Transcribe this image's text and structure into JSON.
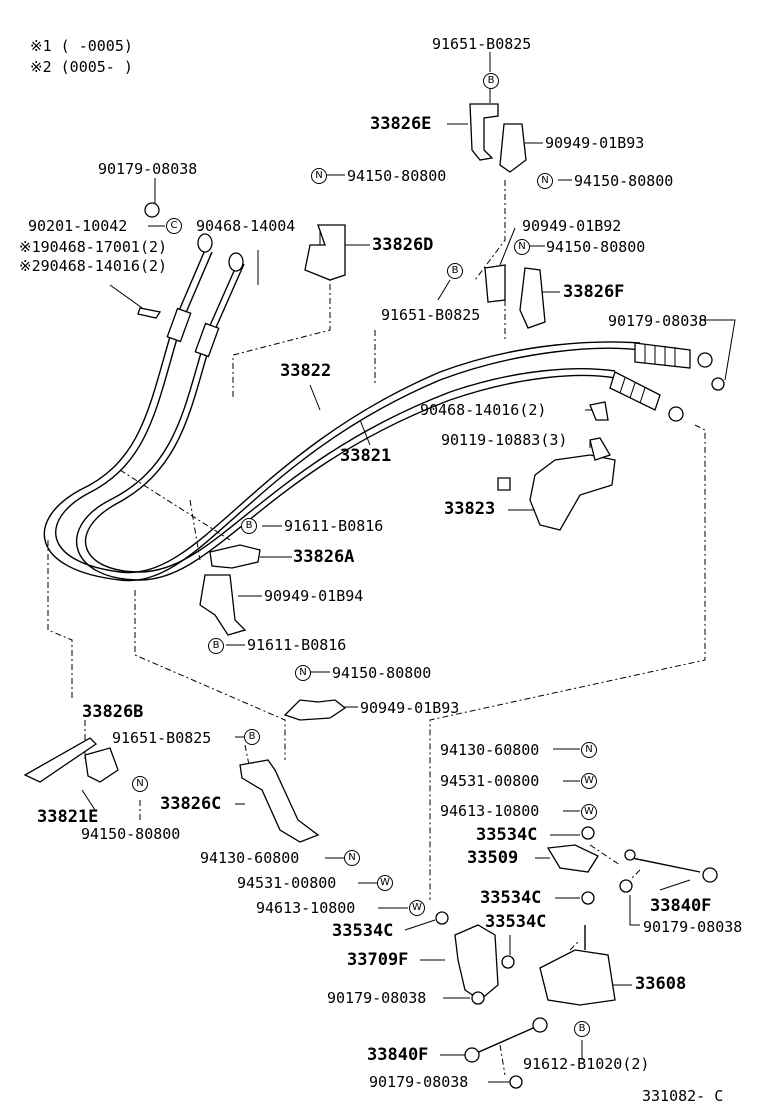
{
  "notes": {
    "n1": "※1 (       -0005)",
    "n2": "※2 (0005-        )"
  },
  "symbols": {
    "B": "B",
    "N": "N",
    "C": "C",
    "W": "W"
  },
  "labels": {
    "p91651_top": "91651-B0825",
    "p33826E": "33826E",
    "p90949_01B93_top": "90949-01B93",
    "p94150_mid": "94150-80800",
    "p94150_right": "94150-80800",
    "p90179_topleft": "90179-08038",
    "p90201": "90201-10042",
    "p90468_14004": "90468-14004",
    "p90468_17001": "※190468-17001(2)",
    "p90468_14016_2": "※290468-14016(2)",
    "p33826D": "33826D",
    "p90949_01B92": "90949-01B92",
    "p94150_b92": "94150-80800",
    "p33826F": "33826F",
    "p91651_mid": "91651-B0825",
    "p90179_right": "90179-08038",
    "p33822": "33822",
    "p33821": "33821",
    "p90468_14016_r": "90468-14016(2)",
    "p90119": "90119-10883(3)",
    "p33823": "33823",
    "p91611_a": "91611-B0816",
    "p33826A": "33826A",
    "p90949_01B94": "90949-01B94",
    "p91611_b": "91611-B0816",
    "p94150_lower": "94150-80800",
    "p90949_01B93_low": "90949-01B93",
    "p33826B": "33826B",
    "p91651_low": "91651-B0825",
    "p33821E": "33821E",
    "p94150_left": "94150-80800",
    "p33826C": "33826C",
    "p94130_r": "94130-60800",
    "p94531_r": "94531-00800",
    "p94613_r": "94613-10800",
    "p33534C_a": "33534C",
    "p33509": "33509",
    "p33534C_b": "33534C",
    "p33840F_r": "33840F",
    "p94130_l": "94130-60800",
    "p94531_l": "94531-00800",
    "p94613_l": "94613-10800",
    "p33534C_c": "33534C",
    "p33534C_d": "33534C",
    "p90179_bot_r": "90179-08038",
    "p33709F": "33709F",
    "p33608": "33608",
    "p90179_mid_bot": "90179-08038",
    "p91612": "91612-B1020(2)",
    "p33840F_l": "33840F",
    "p90179_bottom": "90179-08038",
    "code": "331082- C"
  }
}
